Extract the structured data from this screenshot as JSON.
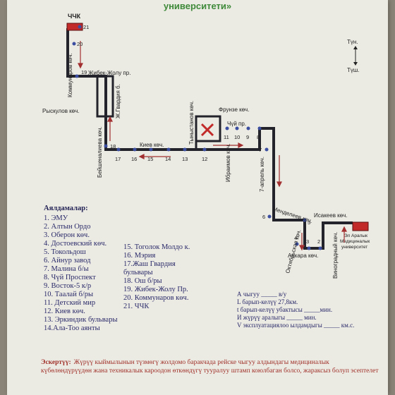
{
  "header": {
    "line1": "",
    "line2": "университети»"
  },
  "map": {
    "chk_label": "ЧЧК",
    "stops": {
      "s21": "21",
      "s20": "20",
      "s19": "19",
      "s18": "18",
      "s17": "17",
      "s16": "16",
      "s15": "15",
      "s14": "14",
      "s13": "13",
      "s12": "12",
      "s11": "11",
      "s10": "10",
      "s9": "9",
      "s8": "8",
      "s7": "7",
      "s6": "6",
      "s5": "5",
      "s4": "4",
      "s3": "3",
      "s2": "2"
    },
    "streets": {
      "kommunarov": "Коммунаров көч.",
      "zhibek_zholu": "Жибек-Жолу пр.",
      "zh_gvardiya": "Ж.Гвардия б.",
      "ryskulov": "Рыскулов көч.",
      "beishenalieva": "Бейшеналиева көч.",
      "kiev": "Киев көч.",
      "tynystanov": "Тыныстанов көч.",
      "frunze": "Фрунзе көч.",
      "chui": "Чүй пр.",
      "ibraimov": "Ибраимов көч.",
      "april7": "7-апрель көч.",
      "mendeleev": "Менделеев көч.",
      "isakeev": "Исакеев көч.",
      "oktyabrskaya": "Октябрьская көч.",
      "ankara": "Анкара көч.",
      "vinogradny": "Виноградный көч."
    },
    "endpoint_label_line1": "Эл Аралык",
    "endpoint_label_line2": "Медициналык",
    "endpoint_label_line3": "университет",
    "compass_north": "Түн.",
    "compass_south": "Түш."
  },
  "legend": {
    "heading": "Аялдамалар:",
    "items": [
      "1. ЭМУ",
      "2. Алтын Ордо",
      "3. Оберон көч.",
      "4. Достоевский көч.",
      "5. Токольдош",
      "6. Айнур завод",
      "7. Малина б/ы",
      "8. Чүй Проспект",
      "9. Восток-5 к/р",
      "10. Таалай б/ры",
      "11. Детский мир",
      "12. Киев көч.",
      "13. Эркиндик бульвары",
      "14.Ала-Too аянты",
      "15. Тоголок Молдо к.",
      "16. Мэрия",
      "17.Жаш Гвардия",
      "бульвары",
      "18. Ош б/ры",
      "19. Жибек-Жолу Пр.",
      "20. Коммунаров көч.",
      "21. ЧЧК"
    ]
  },
  "stats": {
    "line1": "А чыгуу _____ в/у",
    "line2": "L барып-келүү  27,8км.",
    "line3": "t барып-келүү убактысы _____мин.",
    "line4": "И жүрүү аралыгы _____ мин.",
    "line5": "V эксплуатациялоо ылдамдыгы _____ км.с."
  },
  "note": {
    "label": "Эскертүү:",
    "text": "Жүрүү кыймылынын түзмөгү жолдомо баракчада рейске чыгуу алдындагы медициналык күбөлөндүрүүдөн жана техникалык кароодон өткөндүгү тууралуу штамп коюлбаган болсо, жараксыз болуп эсептелет"
  },
  "colors": {
    "route": "#23232b",
    "stop": "#3b4ea0",
    "arrow": "#a23030",
    "terminal": "#c22a2a",
    "title": "#3f8a3a"
  }
}
